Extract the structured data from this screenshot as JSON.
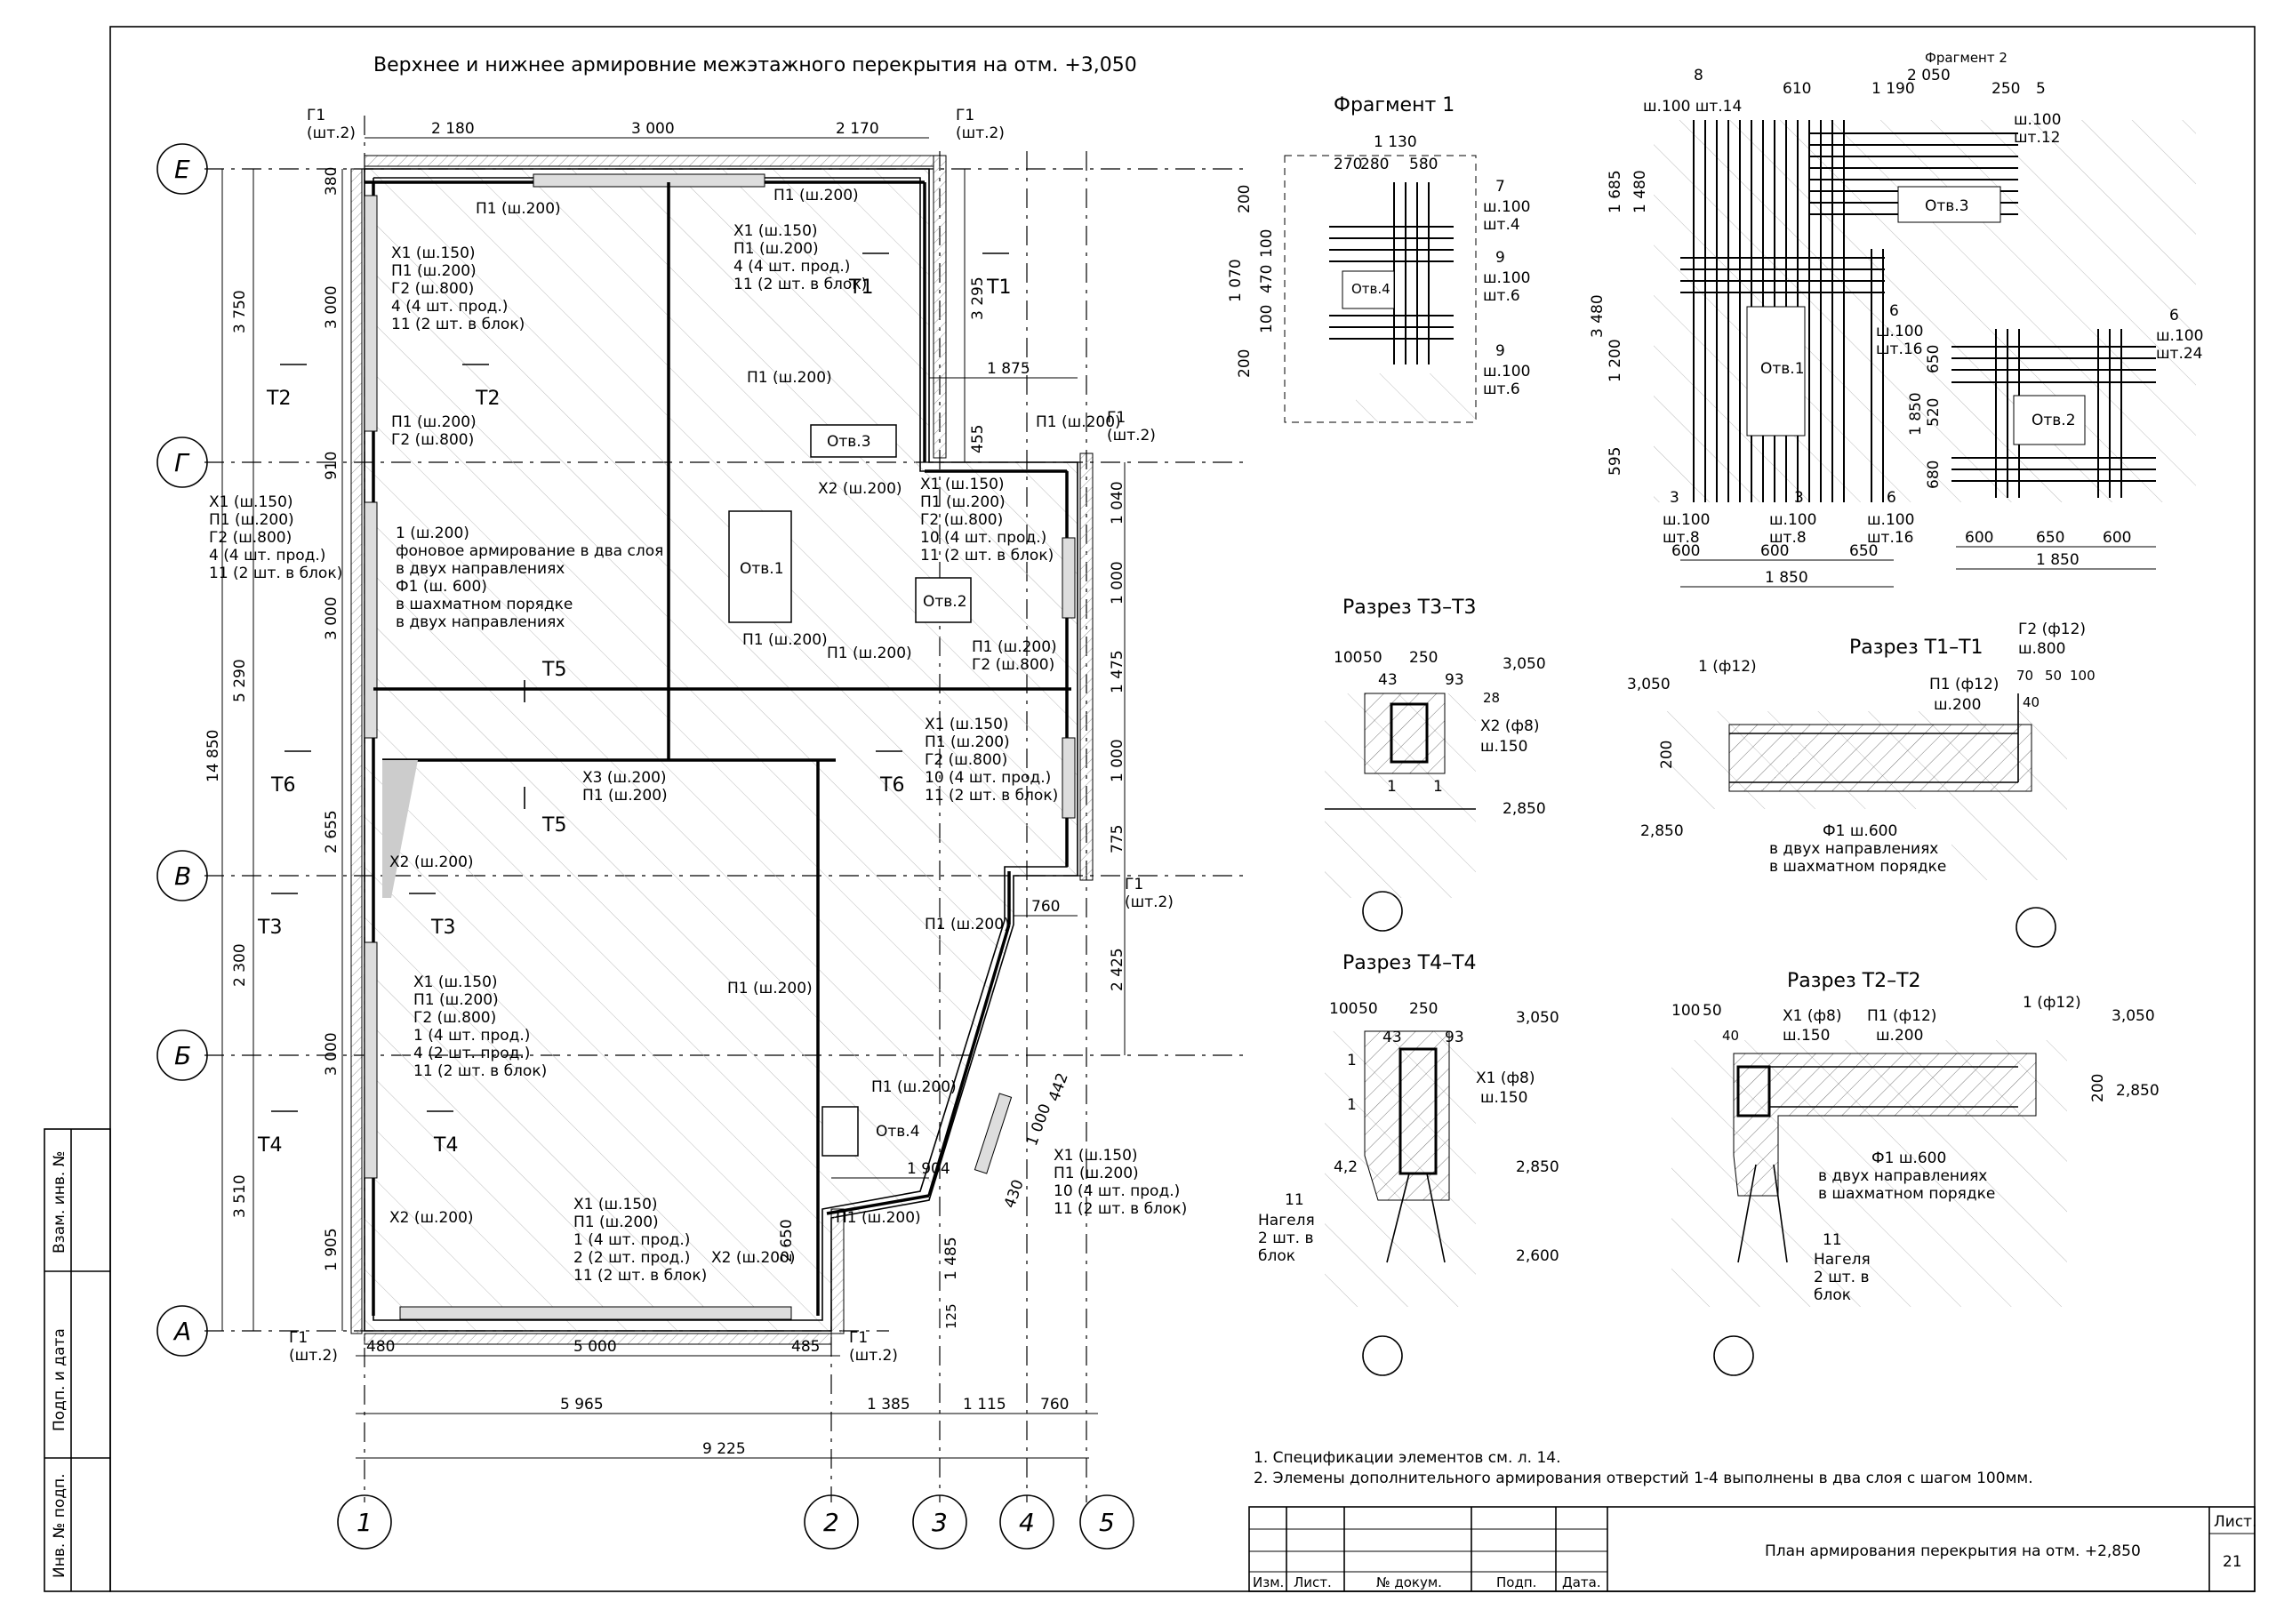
{
  "plan": {
    "title": "Верхнее и нижнее армировние межэтажного перекрытия на отм. +3,050",
    "axes_rows": [
      "Е",
      "Г",
      "В",
      "Б",
      "А"
    ],
    "axes_cols": [
      "1",
      "2",
      "3",
      "4",
      "5"
    ],
    "dims_top": [
      "2 180",
      "3 000",
      "2 170"
    ],
    "dims_left_outer": [
      "3 750",
      "5 290",
      "2 300",
      "3 510"
    ],
    "dim_total_left": "14 850",
    "dims_left_inner": [
      "380",
      "3 000",
      "910",
      "3 000",
      "2 655",
      "3 000",
      "1 905"
    ],
    "dims_bottom_1": [
      "480",
      "5 000",
      "485"
    ],
    "dims_bottom_2": [
      "5 965",
      "1 385",
      "1 115",
      "760"
    ],
    "dim_total_bottom": "9 225",
    "dims_right": [
      "3 295",
      "455",
      "1 040",
      "1 000",
      "1 475",
      "1 000",
      "775",
      "2 425"
    ],
    "dims_misc": [
      "1 875",
      "760",
      "1 904",
      "2 650",
      "1 485",
      "125",
      "1 000",
      "442",
      "430"
    ],
    "labels": {
      "g1": "Г1",
      "g1_qty": "(шт.2)",
      "p1": "П1 (ш.200)",
      "x2": "Х2 (ш.200)",
      "col_left_1": [
        "Х1 (ш.150)",
        "П1 (ш.200)",
        "Г2 (ш.800)",
        "4 (4 шт. прод.)",
        "11 (2 шт. в блок)"
      ],
      "col_left_2": [
        "П1 (ш.200)",
        "Г2 (ш.800)"
      ],
      "col_left_big": [
        "Х1 (ш.150)",
        "П1 (ш.200)",
        "Г2 (ш.800)",
        "4 (4 шт. прод.)",
        "11 (2 шт. в блок)"
      ],
      "col_top_right": [
        "Х1 (ш.150)",
        "П1 (ш.200)",
        "4 (4 шт. прод.)",
        "11 (2 шт. в блок)"
      ],
      "bg_reinf": [
        "1 (ш.200)",
        "фоновое армирование в два слоя",
        "в двух направлениях",
        "Ф1 (ш. 600)",
        "в шахматном порядке",
        "в двух направлениях"
      ],
      "col_r1": [
        "Х1 (ш.150)",
        "П1 (ш.200)",
        "Г2 (ш.800)",
        "10 (4 шт. прод.)",
        "11 (2 шт. в блок)"
      ],
      "col_r2": [
        "П1 (ш.200)",
        "Г2 (ш.800)"
      ],
      "col_r3": [
        "Х1 (ш.150)",
        "П1 (ш.200)",
        "Г2 (ш.800)",
        "10 (4 шт. прод.)",
        "11 (2 шт. в блок)"
      ],
      "x3": [
        "Х3 (ш.200)",
        "П1 (ш.200)"
      ],
      "col_l3": [
        "Х1 (ш.150)",
        "П1 (ш.200)",
        "Г2 (ш.800)",
        "1 (4 шт. прод.)",
        "4 (2 шт. прод.)",
        "11 (2 шт. в блок)"
      ],
      "col_bottom": [
        "Х1 (ш.150)",
        "П1 (ш.200)",
        "1 (4 шт. прод.)",
        "2 (2 шт. прод.)",
        "11 (2 шт. в блок)"
      ],
      "col_diag": [
        "Х1 (ш.150)",
        "П1 (ш.200)",
        "10 (4 шт. прод.)",
        "11 (2 шт. в блок)"
      ],
      "openings": [
        "Отв.1",
        "Отв.2",
        "Отв.3",
        "Отв.4"
      ],
      "sections": [
        "Т1",
        "Т2",
        "Т3",
        "Т4",
        "Т5",
        "Т6"
      ]
    }
  },
  "fragment1": {
    "title": "Фрагмент 1",
    "dims": [
      "1 130",
      "270",
      "280",
      "580",
      "200",
      "1 070",
      "100",
      "470",
      "100",
      "200"
    ],
    "labels": [
      "7",
      "ш.100",
      "шт.4",
      "9",
      "ш.100",
      "шт.6",
      "9",
      "ш.100",
      "шт.6",
      "Отв.4"
    ]
  },
  "fragment2": {
    "title": "Фрагмент 2",
    "dims_top": [
      "2 050",
      "610",
      "1 190",
      "250"
    ],
    "dims_left": [
      "1 685",
      "1 480",
      "3 480",
      "1 200",
      "595"
    ],
    "labels": [
      "8",
      "ш.100 шт.14",
      "5",
      "ш.100",
      "шт.12",
      "Отв.3",
      "6",
      "ш.100",
      "шт.16",
      "Отв.1",
      "3",
      "ш.100",
      "шт.8",
      "3",
      "ш.100",
      "шт.8",
      "6",
      "ш.100",
      "шт.16"
    ],
    "dims_bottom": [
      "600",
      "600",
      "650",
      "1 850"
    ],
    "sub_dims_left": [
      "650",
      "1 850",
      "520",
      "680"
    ],
    "sub_labels": [
      "6",
      "ш.100",
      "шт.24",
      "Отв.2"
    ],
    "sub_dims_bottom": [
      "600",
      "650",
      "600",
      "1 850"
    ]
  },
  "section_t3": {
    "title": "Разрез Т3–Т3",
    "dims": [
      "100",
      "50",
      "250",
      "43",
      "93",
      "3,050",
      "28",
      "2,850"
    ],
    "labels": [
      "Х2 (ф8)",
      "ш.150",
      "1",
      "1"
    ]
  },
  "section_t1": {
    "title": "Разрез Т1–Т1",
    "labels": [
      "1 (ф12)",
      "П1 (ф12)",
      "ш.200",
      "Г2 (ф12)",
      "ш.800",
      "70",
      "50",
      "100",
      "40",
      "3,050",
      "200",
      "2,850",
      "Ф1 ш.600",
      "в двух направлениях",
      "в шахматном порядке"
    ]
  },
  "section_t4": {
    "title": "Разрез Т4–Т4",
    "dims": [
      "100",
      "50",
      "250",
      "43",
      "93",
      "3,050",
      "1",
      "1",
      "4,2",
      "2,850",
      "2,600"
    ],
    "labels": [
      "Х1 (ф8)",
      "ш.150",
      "11",
      "Нагеля",
      "2 шт. в",
      "блок"
    ]
  },
  "section_t2": {
    "title": "Разрез Т2–Т2",
    "labels": [
      "100",
      "50",
      "40",
      "Х1 (ф8)",
      "ш.150",
      "П1 (ф12)",
      "ш.200",
      "1 (ф12)",
      "3,050",
      "200",
      "2,850",
      "Ф1 ш.600",
      "в двух направлениях",
      "в шахматном порядке",
      "11",
      "Нагеля",
      "2 шт. в",
      "блок"
    ]
  },
  "notes": [
    "1. Спецификации элементов см. л. 14.",
    "2. Элемены дополнительного армирования отверстий 1-4 выполнены в два слоя с шагом 100мм."
  ],
  "stamp": {
    "columns": [
      "Изм.",
      "Лист.",
      "№ докум.",
      "Подп.",
      "Дата."
    ],
    "title": "План армирования перекрытия на отм. +2,850",
    "sheet_label": "Лист.",
    "sheet_number": "21"
  },
  "side_stamp": [
    "Взам. инв. №",
    "Подп. и дата",
    "Инв. № подп."
  ]
}
